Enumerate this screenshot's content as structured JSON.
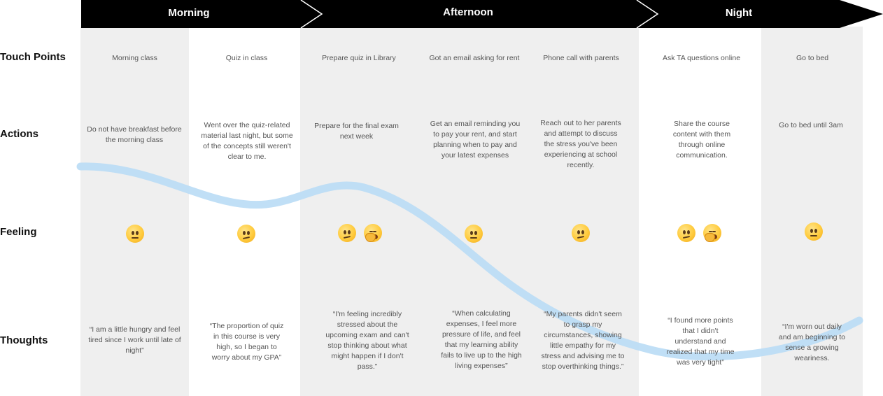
{
  "phases": [
    {
      "label": "Morning"
    },
    {
      "label": "Afternoon"
    },
    {
      "label": "Night"
    }
  ],
  "row_labels": {
    "touch_points": "Touch Points",
    "actions": "Actions",
    "feeling": "Feeling",
    "thoughts": "Thoughts"
  },
  "columns": [
    {
      "touch_point": "Morning class",
      "action": "Do not have breakfast before the morning class",
      "feelings": [
        "neutral"
      ],
      "thought": "“I am a little hungry and feel tired since I work until late of night”"
    },
    {
      "touch_point": "Quiz in class",
      "action": "Went over the quiz-related material last night, but some of the concepts still weren't clear to me.",
      "feelings": [
        "confused"
      ],
      "thought": "“The proportion of quiz in this course is very high, so I began to worry about my GPA”"
    },
    {
      "touch_point": "Prepare quiz in Library",
      "action": "Prepare for the final exam next week",
      "feelings": [
        "confused",
        "yawning"
      ],
      "thought": "“I'm feeling incredibly stressed about the upcoming exam and can't stop thinking about what might happen if I don't pass.”"
    },
    {
      "touch_point": "Got an email asking for rent",
      "action": "Get an email reminding you to pay your rent, and start planning when to pay and your latest expenses",
      "feelings": [
        "neutral"
      ],
      "thought": "“When calculating expenses, I feel more pressure of life, and feel that my learning ability fails to live up to the high living expenses”"
    },
    {
      "touch_point": "Phone call with parents",
      "action": "Reach out to her parents and attempt to discuss the stress you've been experiencing at school recently.",
      "feelings": [
        "confused"
      ],
      "thought": "“My parents didn't seem to grasp my circumstances, showing little empathy for my stress and advising me to stop overthinking things.”"
    },
    {
      "touch_point": "Ask TA questions online",
      "action": "Share the course content with them through online communication.",
      "feelings": [
        "confused",
        "yawning"
      ],
      "thought": "“I found more points that I didn't understand and realized that my time was very tight”"
    },
    {
      "touch_point": "Go to bed",
      "action": "Go to bed until 3am",
      "feelings": [
        "neutral"
      ],
      "thought": "“I'm worn out daily and am beginning to sense a growing weariness."
    }
  ],
  "colors": {
    "arrow": "#000000",
    "column_shade": "#efefef",
    "emotion_curve": "#b9dcf5"
  }
}
